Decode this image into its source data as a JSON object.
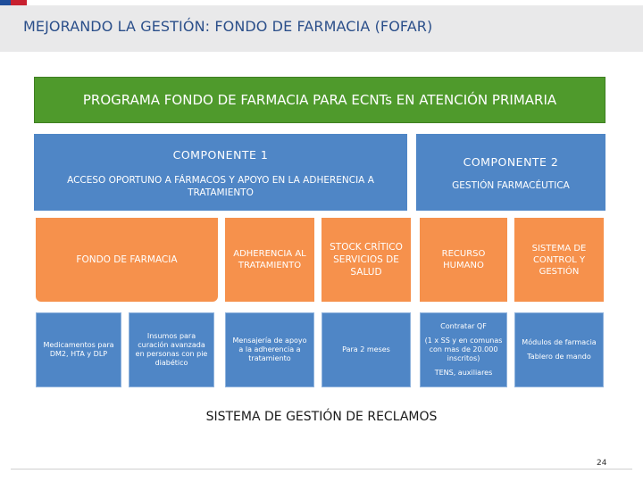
{
  "header": {
    "title": "MEJORANDO LA GESTIÓN: FONDO DE FARMACIA (FOFAR)"
  },
  "program": {
    "title": "PROGRAMA FONDO DE FARMACIA PARA ECNTs EN ATENCIÓN PRIMARIA"
  },
  "component1": {
    "title": "COMPONENTE 1",
    "subtitle": "ACCESO OPORTUNO A FÁRMACOS Y APOYO EN LA ADHERENCIA A TRATAMIENTO",
    "boxes": {
      "fondo": "FONDO DE FARMACIA",
      "adherencia": "ADHERENCIA AL TRATAMIENTO",
      "stock": "STOCK CRÍTICO SERVICIOS DE SALUD"
    },
    "details": {
      "medicamentos": "Medicamentos para DM2, HTA y DLP",
      "insumos": "Insumos para curación avanzada en personas con pie diabético",
      "mensajeria": "Mensajería de apoyo a la adherencia a tratamiento",
      "para_meses": "Para 2 meses"
    }
  },
  "component2": {
    "title": "COMPONENTE 2",
    "subtitle": "GESTIÓN FARMACÉUTICA",
    "boxes": {
      "recurso": "RECURSO HUMANO",
      "sistema": "SISTEMA DE CONTROL Y GESTIÓN"
    },
    "details": {
      "contratar": "Contratar QF",
      "cesfam": "(1 x SS y en comunas con mas de 20.000 inscritos)",
      "tens": "TENS, auxiliares",
      "modulos": "Módulos de farmacia",
      "tablero": "Tablero de mando"
    }
  },
  "footer": {
    "reclamos": "SISTEMA DE GESTIÓN DE RECLAMOS",
    "page_number": "24"
  }
}
